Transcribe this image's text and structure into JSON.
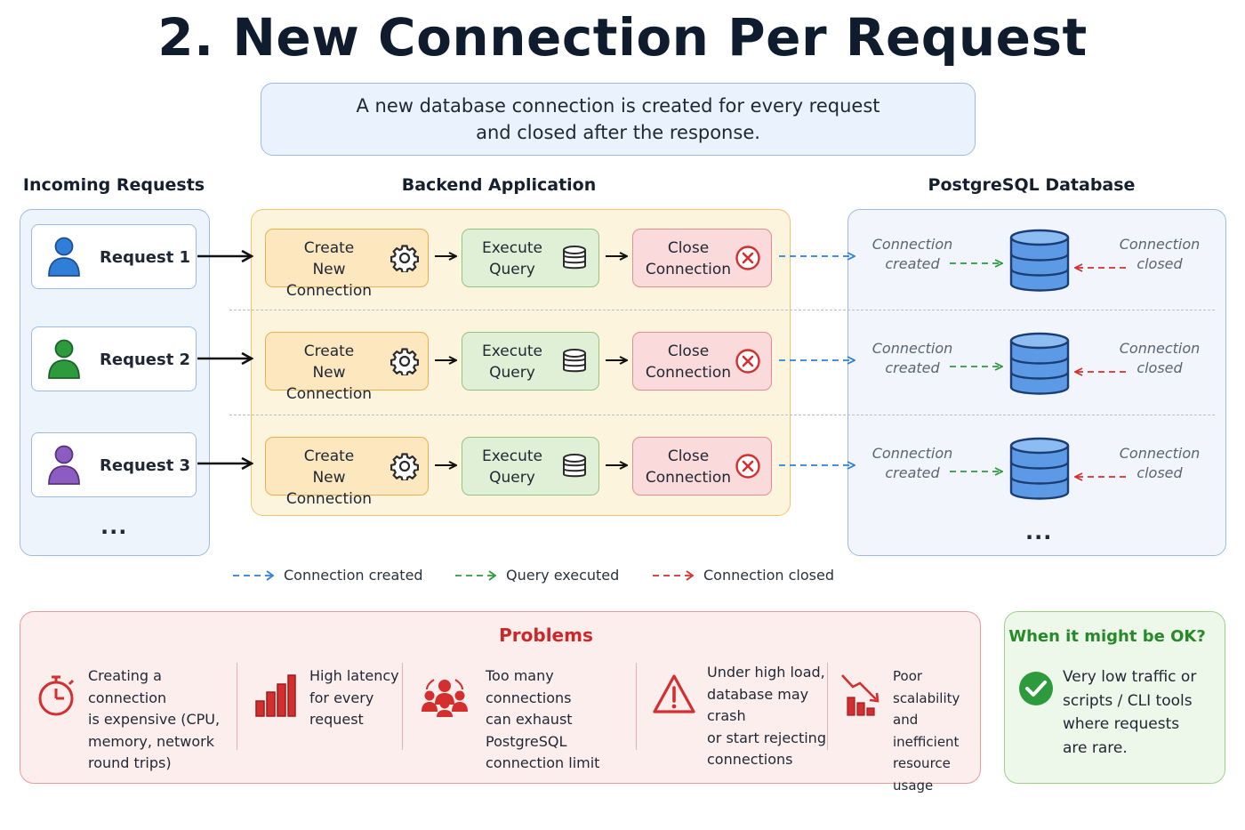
{
  "title": "2. New Connection Per Request",
  "subtitle": {
    "line1": "A new database connection is created for every request",
    "line2": "and closed after the response."
  },
  "columns": {
    "incoming": "Incoming Requests",
    "backend": "Backend Application",
    "database": "PostgreSQL Database"
  },
  "colors": {
    "blue": "#2f7fd8",
    "green": "#2e9a3e",
    "red": "#d32f2f",
    "orange": "#eab04f",
    "purple": "#8c5cc2"
  },
  "requests": [
    {
      "label": "Request 1",
      "icon": "person-icon",
      "color": "#2f7fd8"
    },
    {
      "label": "Request 2",
      "icon": "person-icon",
      "color": "#2e9a3e"
    },
    {
      "label": "Request 3",
      "icon": "person-icon",
      "color": "#8c5cc2"
    }
  ],
  "requests_more": "...",
  "steps": {
    "create": {
      "line1": "Create",
      "line2": "New Connection",
      "icon": "gear-icon"
    },
    "execute": {
      "line1": "Execute",
      "line2": "Query",
      "icon": "database-icon"
    },
    "close": {
      "line1": "Close",
      "line2": "Connection",
      "icon": "close-circle-icon"
    }
  },
  "database": {
    "created_line1": "Connection",
    "created_line2": "created",
    "closed_line1": "Connection",
    "closed_line2": "closed",
    "icon": "database-stack-icon",
    "more": "..."
  },
  "legend": {
    "created": "Connection created",
    "executed": "Query executed",
    "closed": "Connection closed"
  },
  "problems": {
    "title": "Problems",
    "items": [
      {
        "icon": "stopwatch-icon",
        "lines": [
          "Creating a connection",
          "is expensive (CPU,",
          "memory, network",
          "round trips)"
        ]
      },
      {
        "icon": "bar-chart-icon",
        "lines": [
          "High latency",
          "for every",
          "request"
        ]
      },
      {
        "icon": "group-icon",
        "lines": [
          "Too many connections",
          "can exhaust PostgreSQL",
          "connection limit"
        ]
      },
      {
        "icon": "warning-icon",
        "lines": [
          "Under high load,",
          "database may crash",
          "or start rejecting",
          "connections"
        ]
      },
      {
        "icon": "declining-chart-icon",
        "lines": [
          "Poor scalability",
          "and inefficient",
          "resource usage"
        ]
      }
    ]
  },
  "ok": {
    "title": "When it might be OK?",
    "icon": "check-circle-icon",
    "lines": [
      "Very low traffic or",
      "scripts / CLI tools",
      "where requests",
      "are rare."
    ]
  }
}
